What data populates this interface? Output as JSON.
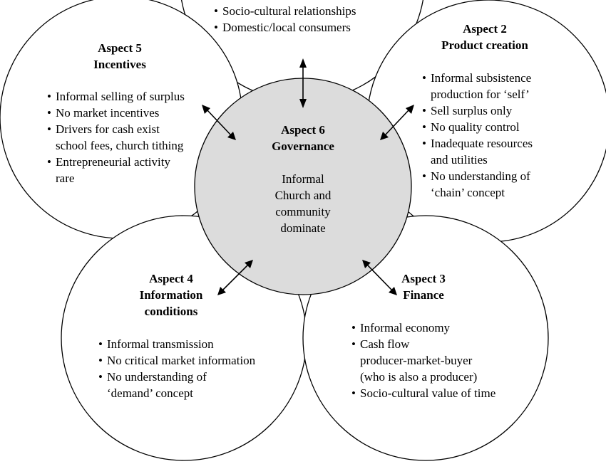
{
  "aspect1": {
    "bullets": [
      "Socio-cultural relationships",
      "Domestic/local consumers"
    ]
  },
  "aspect2": {
    "title_line1": "Aspect 2",
    "title_line2": "Product creation",
    "bullets": [
      "Informal subsistence\nproduction for ‘self’",
      "Sell surplus only",
      "No quality control",
      "Inadequate resources\nand utilities",
      "No understanding of\n‘chain’ concept"
    ]
  },
  "aspect3": {
    "title_line1": "Aspect 3",
    "title_line2": "Finance",
    "bullets": [
      "Informal economy",
      "Cash flow\nproducer-market-buyer\n(who is also a producer)",
      "Socio-cultural value of time"
    ]
  },
  "aspect4": {
    "title_line1": "Aspect 4",
    "title_line2": "Information",
    "title_line3": "conditions",
    "bullets": [
      "Informal transmission",
      "No critical market information",
      "No understanding of\n‘demand’ concept"
    ]
  },
  "aspect5": {
    "title_line1": "Aspect 5",
    "title_line2": "Incentives",
    "bullets": [
      "Informal selling of surplus",
      "No market incentives",
      "Drivers for cash exist\nschool fees, church tithing",
      "Entrepreneurial activity\nrare"
    ]
  },
  "aspect6": {
    "title_line1": "Aspect 6",
    "title_line2": "Governance",
    "body": [
      "Informal",
      "Church and",
      "community",
      "dominate"
    ]
  }
}
